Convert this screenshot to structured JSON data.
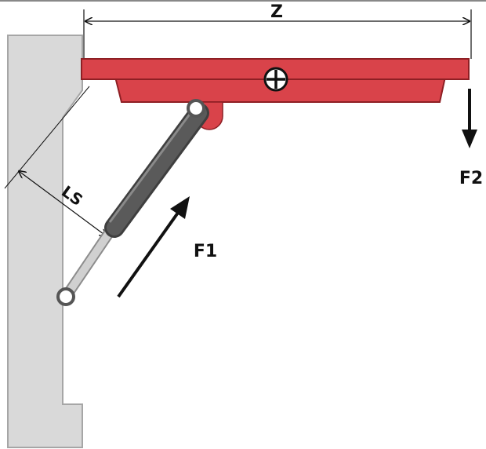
{
  "labels": {
    "z": "Z",
    "ls": "LS",
    "f1": "F1",
    "f2": "F2"
  },
  "colors": {
    "wall_fill": "#d9d9d9",
    "wall_stroke": "#a6a6a6",
    "lid_fill": "#d9434a",
    "lid_stroke": "#8e1f24",
    "cylinder": "#555555",
    "rod": "#bfbfbf",
    "line": "#111111"
  },
  "icons": {
    "pivot": "crosshair-circle-icon"
  }
}
